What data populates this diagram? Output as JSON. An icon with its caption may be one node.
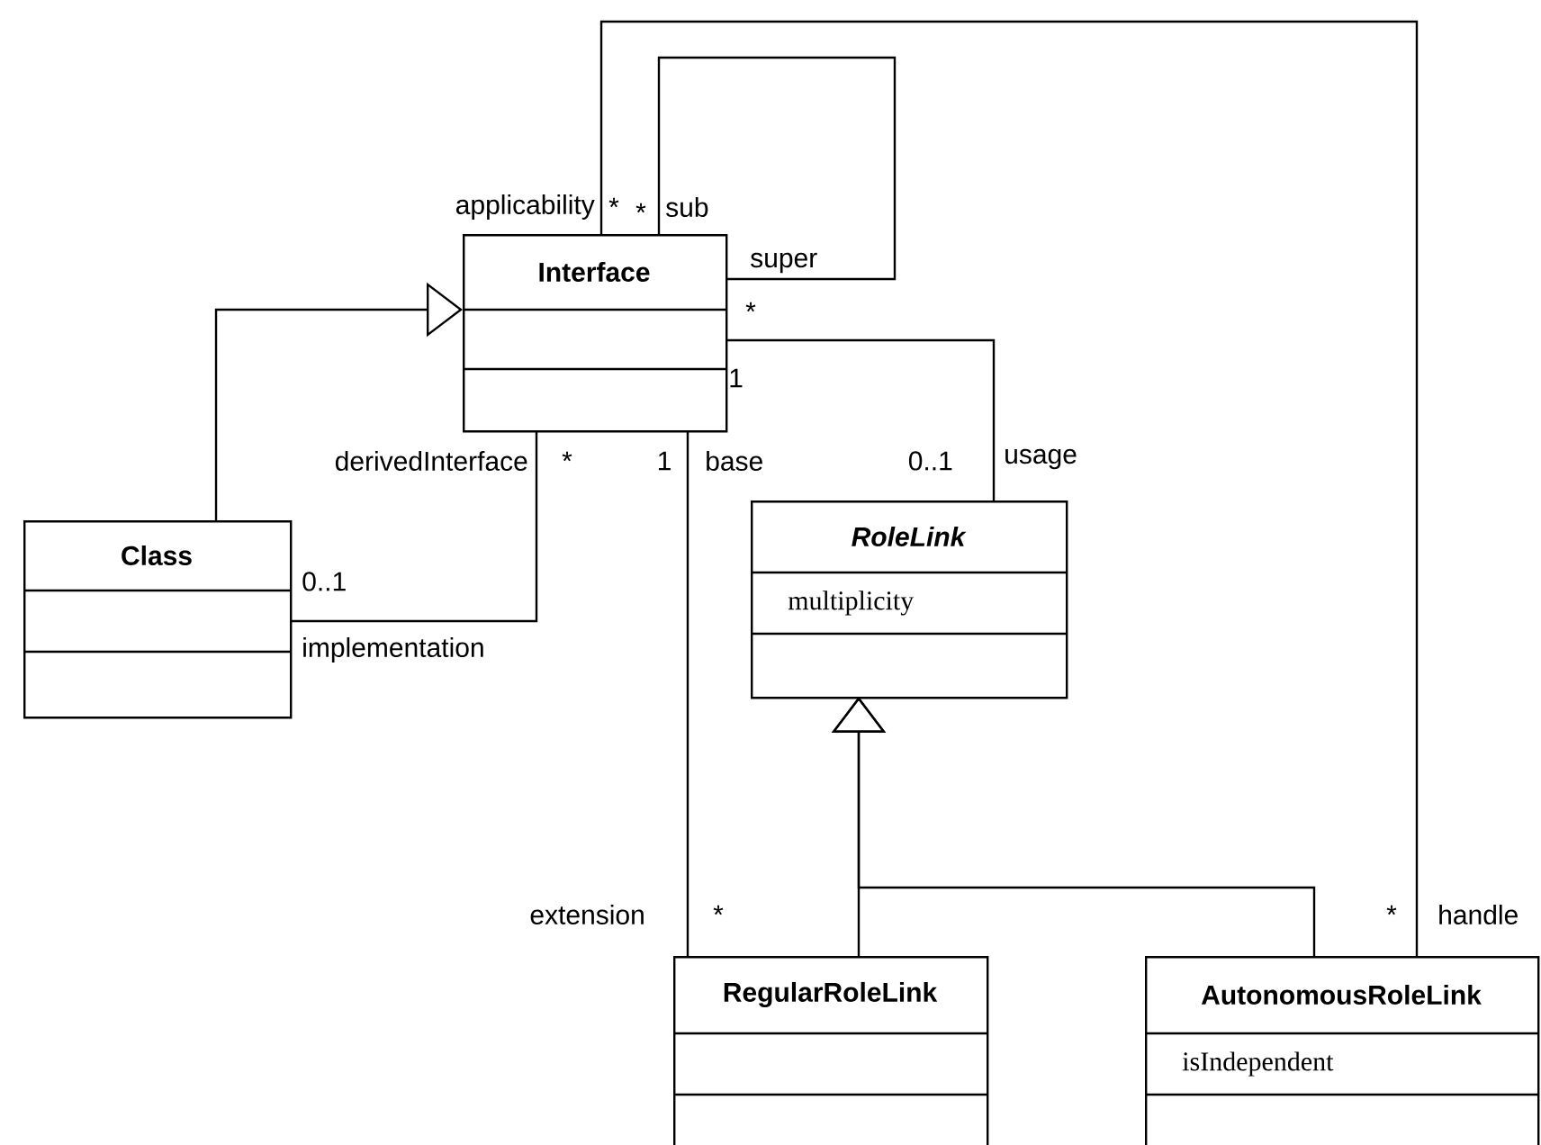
{
  "diagram": {
    "nodes": [
      {
        "text": [
          "Interface"
        ]
      },
      {
        "text": [
          "Class"
        ]
      },
      {
        "text": [
          "RoleLink",
          "multiplicity"
        ]
      },
      {
        "text": [
          "RegularRoleLink"
        ]
      },
      {
        "text": [
          "AutonomousRoleLink",
          "isIndependent"
        ]
      }
    ],
    "edges": [
      {
        "from": 1,
        "to": 0,
        "arrow": "to"
      },
      {
        "from": 1,
        "to": 0,
        "arrow": "none"
      },
      {
        "from": 0,
        "to": 0,
        "arrow": "none"
      },
      {
        "from": 0,
        "to": 2,
        "arrow": "none"
      },
      {
        "from": 0,
        "to": 3,
        "arrow": "none"
      },
      {
        "from": 0,
        "to": 4,
        "arrow": "none"
      },
      {
        "from": 3,
        "to": 2,
        "arrow": "to"
      },
      {
        "from": 4,
        "to": 2,
        "arrow": "to"
      }
    ],
    "labels": [
      "applicability",
      "*",
      "*",
      "sub",
      "super",
      "*",
      "1",
      "derivedInterface",
      "*",
      "1",
      "base",
      "0..1",
      "usage",
      "0..1",
      "implementation",
      "extension",
      "*",
      "*",
      "handle"
    ]
  }
}
